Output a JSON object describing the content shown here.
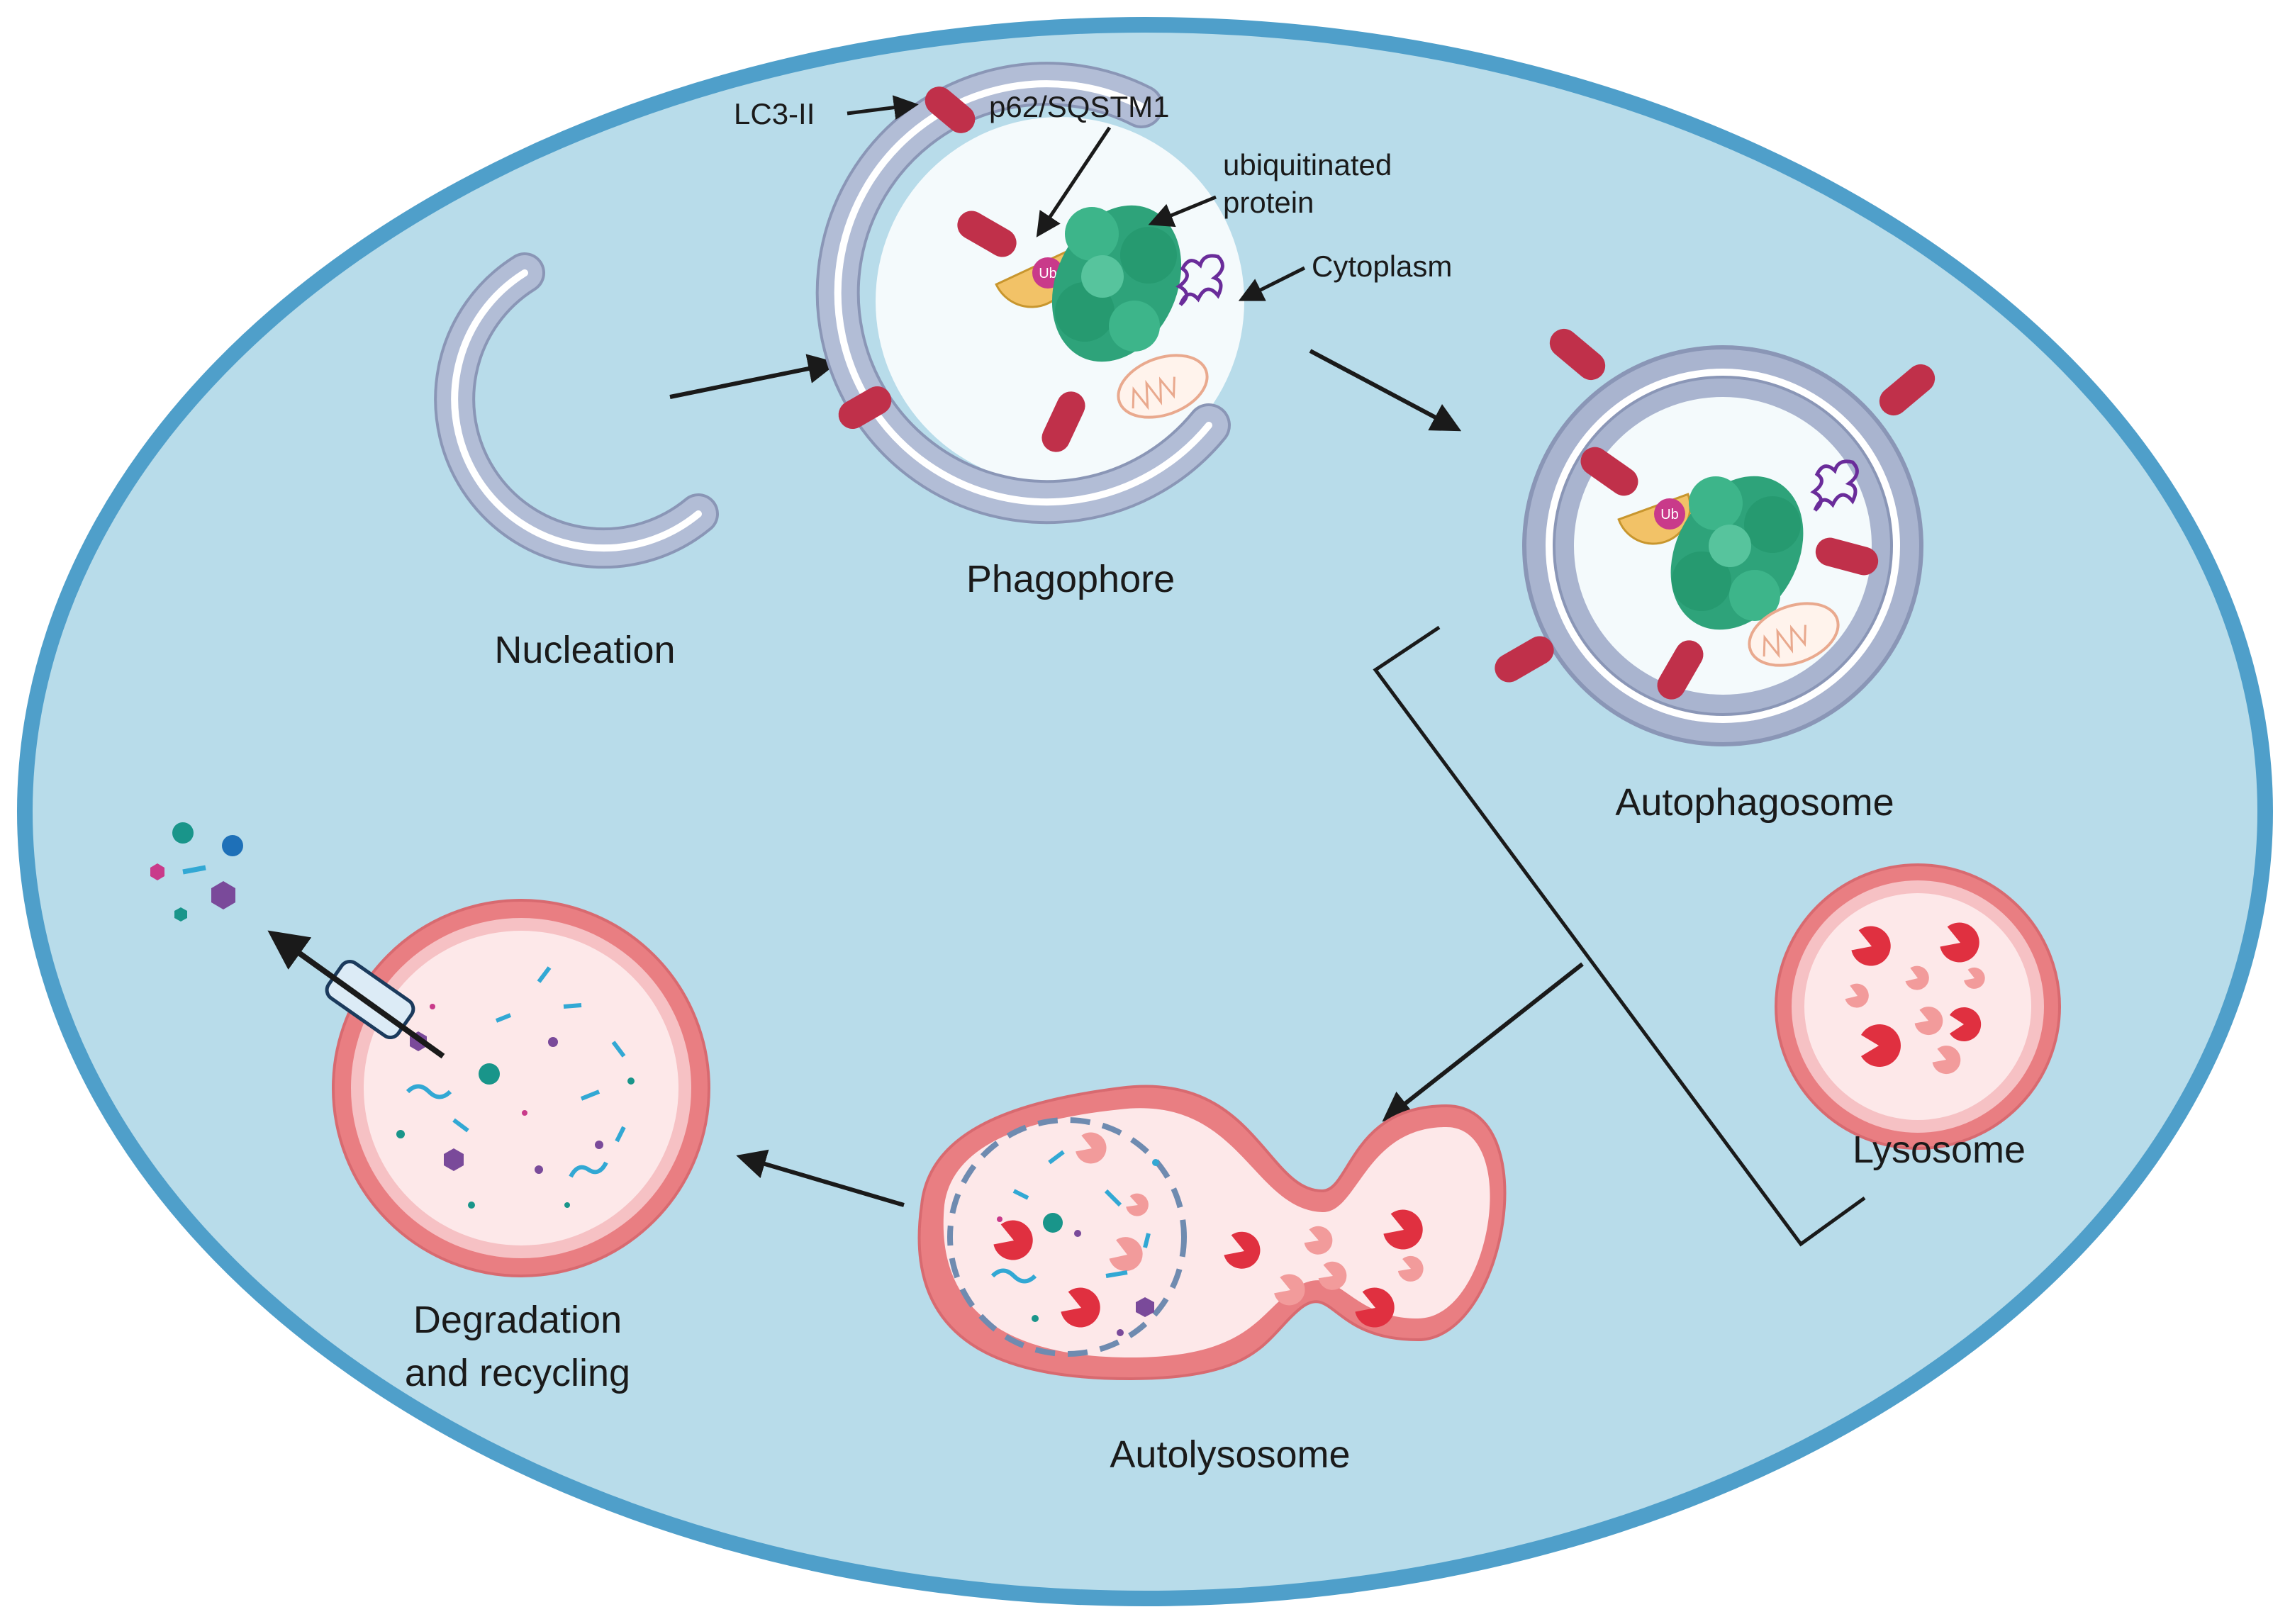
{
  "stages": {
    "nucleation": "Nucleation",
    "phagophore": "Phagophore",
    "autophagosome": "Autophagosome",
    "lysosome": "Lysosome",
    "autolysosome": "Autolysosome",
    "degradation_line1": "Degradation",
    "degradation_line2": "and recycling"
  },
  "molecules": {
    "lc3": "LC3-II",
    "p62": "p62/SQSTM1",
    "ubiquitinated_line1": "ubiquitinated",
    "ubiquitinated_line2": "protein",
    "cytoplasm": "Cytoplasm",
    "ub_tag": "Ub"
  },
  "icons": {
    "lc3_receptor": "lc3-receptor-capsule",
    "p62_adaptor": "p62-adaptor-half-disc",
    "protein_aggregate": "protein-aggregate-blob",
    "mitochondrion": "mitochondrion-icon",
    "rna_strand": "rna-coil-icon",
    "hydrolase_enzyme": "pacman-enzyme-icon",
    "transporter": "membrane-transporter-icon"
  },
  "colors": {
    "cell_fill": "#b8dcea",
    "cell_border": "#4f9fca",
    "membrane_outer": "#a9b4cf",
    "membrane_edge": "#8a96b6",
    "membrane_inner": "#ffffff",
    "lumen": "#f4fafc",
    "lc3": "#c0304a",
    "p62": "#f2c267",
    "ubiquitin": "#c93a8a",
    "protein": "#2ea37a",
    "lysosome_ring": "#e97e82",
    "lysosome_fill": "#fde8e9",
    "enzyme": "#e03040",
    "enzyme_light": "#f29b9b",
    "fragment_cyan": "#32a8d4",
    "fragment_teal": "#19958a",
    "fragment_purple": "#7a4a9a",
    "fragment_blue": "#1e70b8",
    "arrow": "#1a1a1a"
  }
}
